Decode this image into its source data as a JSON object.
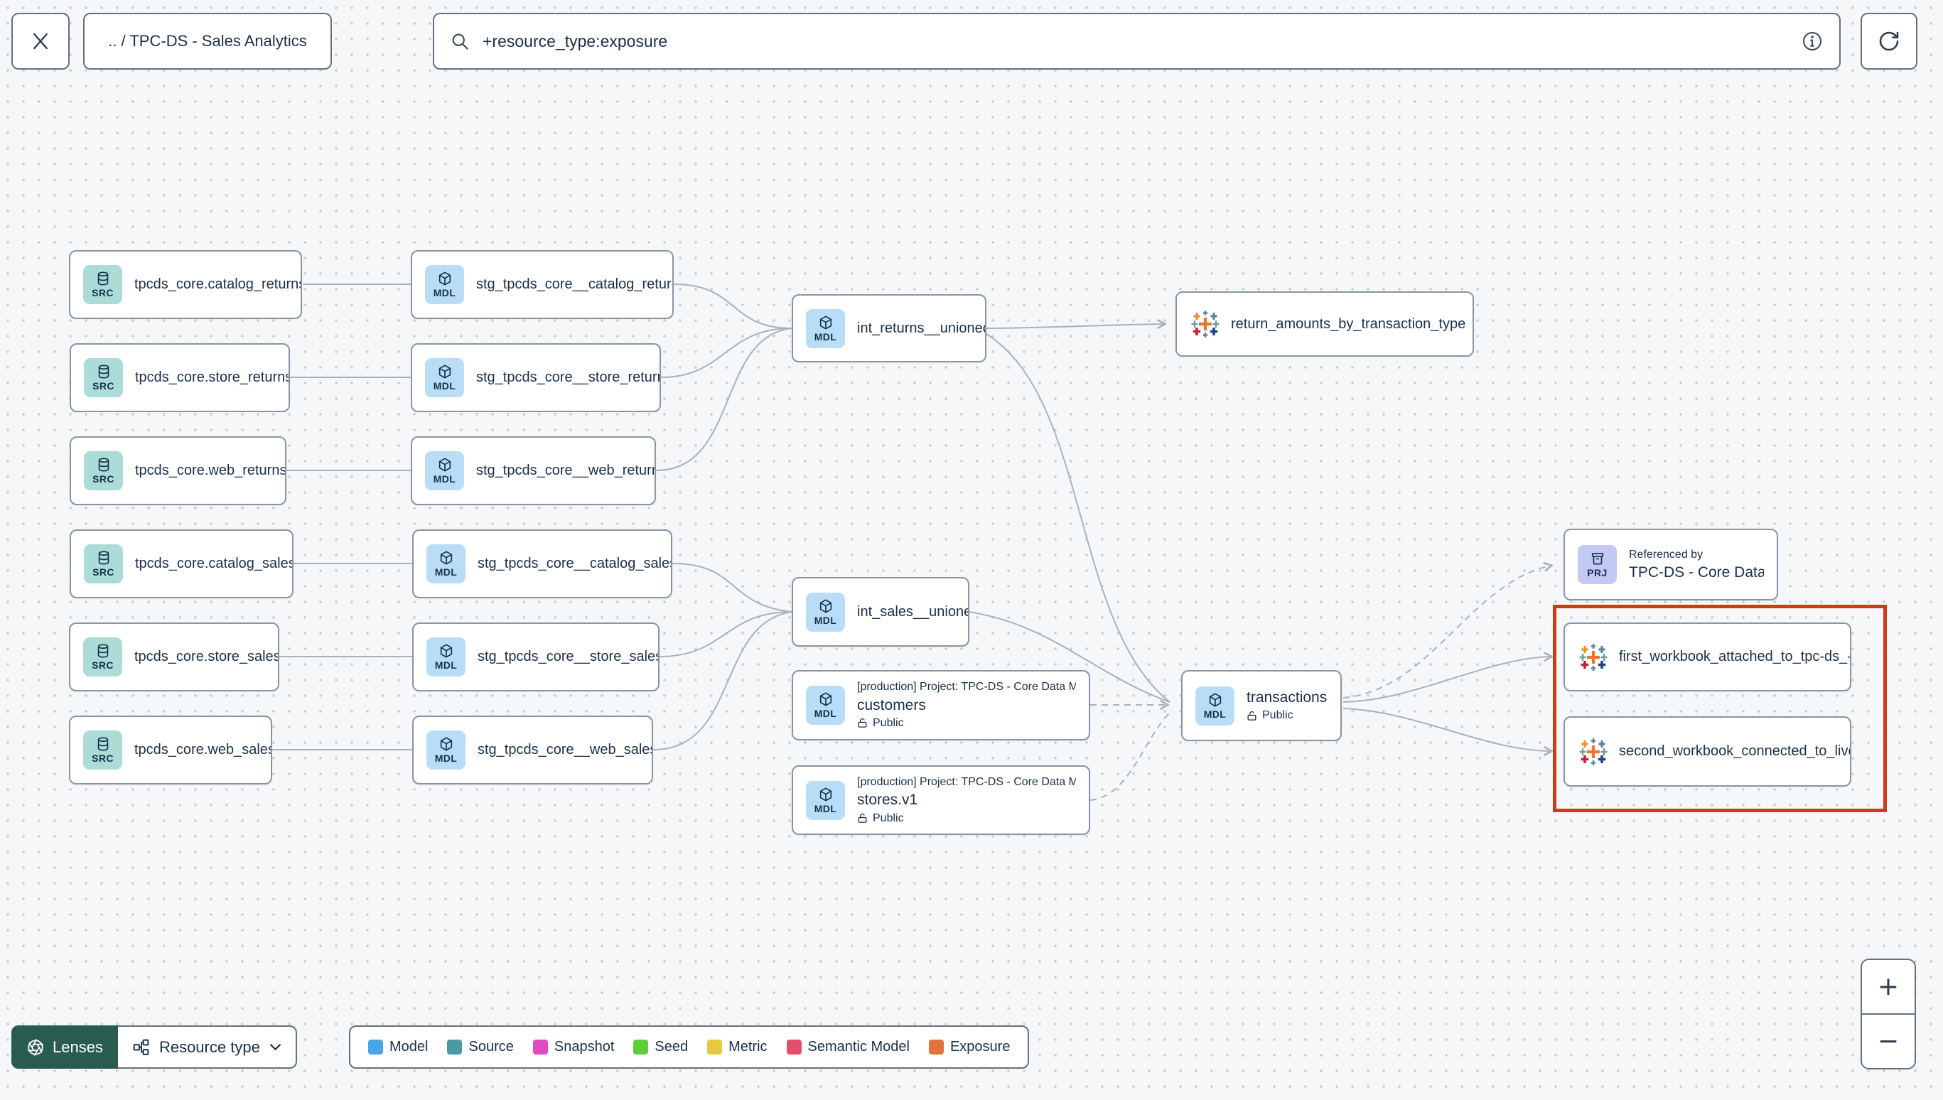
{
  "header": {
    "breadcrumb": ".. / TPC-DS - Sales Analytics",
    "search_value": "+resource_type:exposure"
  },
  "badges": {
    "src": "SRC",
    "mdl": "MDL",
    "prj": "PRJ"
  },
  "nodes": {
    "src_catalog_returns": {
      "label": "tpcds_core.catalog_returns"
    },
    "src_store_returns": {
      "label": "tpcds_core.store_returns"
    },
    "src_web_returns": {
      "label": "tpcds_core.web_returns"
    },
    "src_catalog_sales": {
      "label": "tpcds_core.catalog_sales"
    },
    "src_store_sales": {
      "label": "tpcds_core.store_sales"
    },
    "src_web_sales": {
      "label": "tpcds_core.web_sales"
    },
    "stg_catalog_returns": {
      "label": "stg_tpcds_core__catalog_returns"
    },
    "stg_store_returns": {
      "label": "stg_tpcds_core__store_returns"
    },
    "stg_web_returns": {
      "label": "stg_tpcds_core__web_returns"
    },
    "stg_catalog_sales": {
      "label": "stg_tpcds_core__catalog_sales"
    },
    "stg_store_sales": {
      "label": "stg_tpcds_core__store_sales"
    },
    "stg_web_sales": {
      "label": "stg_tpcds_core__web_sales"
    },
    "int_returns": {
      "label": "int_returns__unioned"
    },
    "int_sales": {
      "label": "int_sales__unioned"
    },
    "customers": {
      "project": "[production] Project: TPC-DS - Core Data Mo…",
      "label": "customers",
      "access": "Public"
    },
    "stores": {
      "project": "[production] Project: TPC-DS - Core Data Mo…",
      "label": "stores.v1",
      "access": "Public"
    },
    "transactions": {
      "label": "transactions",
      "access": "Public"
    },
    "exposure_returns": {
      "label": "return_amounts_by_transaction_type"
    },
    "referenced_by": {
      "title": "Referenced by",
      "label": "TPC-DS - Core Data Models"
    },
    "first_workbook": {
      "label": "first_workbook_attached_to_tpc-ds_-_…"
    },
    "second_workbook": {
      "label": "second_workbook_connected_to_live…"
    }
  },
  "footer": {
    "lenses_label": "Lenses",
    "resource_type_label": "Resource type",
    "legend": [
      {
        "label": "Model",
        "color": "#4BA3E8"
      },
      {
        "label": "Source",
        "color": "#4B9AA2"
      },
      {
        "label": "Snapshot",
        "color": "#E04AC5"
      },
      {
        "label": "Seed",
        "color": "#5CCE3B"
      },
      {
        "label": "Metric",
        "color": "#E7C842"
      },
      {
        "label": "Semantic Model",
        "color": "#E54E66"
      },
      {
        "label": "Exposure",
        "color": "#E2733F"
      }
    ]
  },
  "zoom_controls": {
    "zoom_in": "+",
    "zoom_out": "−"
  },
  "colors": {
    "highlight_box": "#D23A16",
    "lenses_bg": "#2A5B4F",
    "edge": "#A9B1BD"
  }
}
